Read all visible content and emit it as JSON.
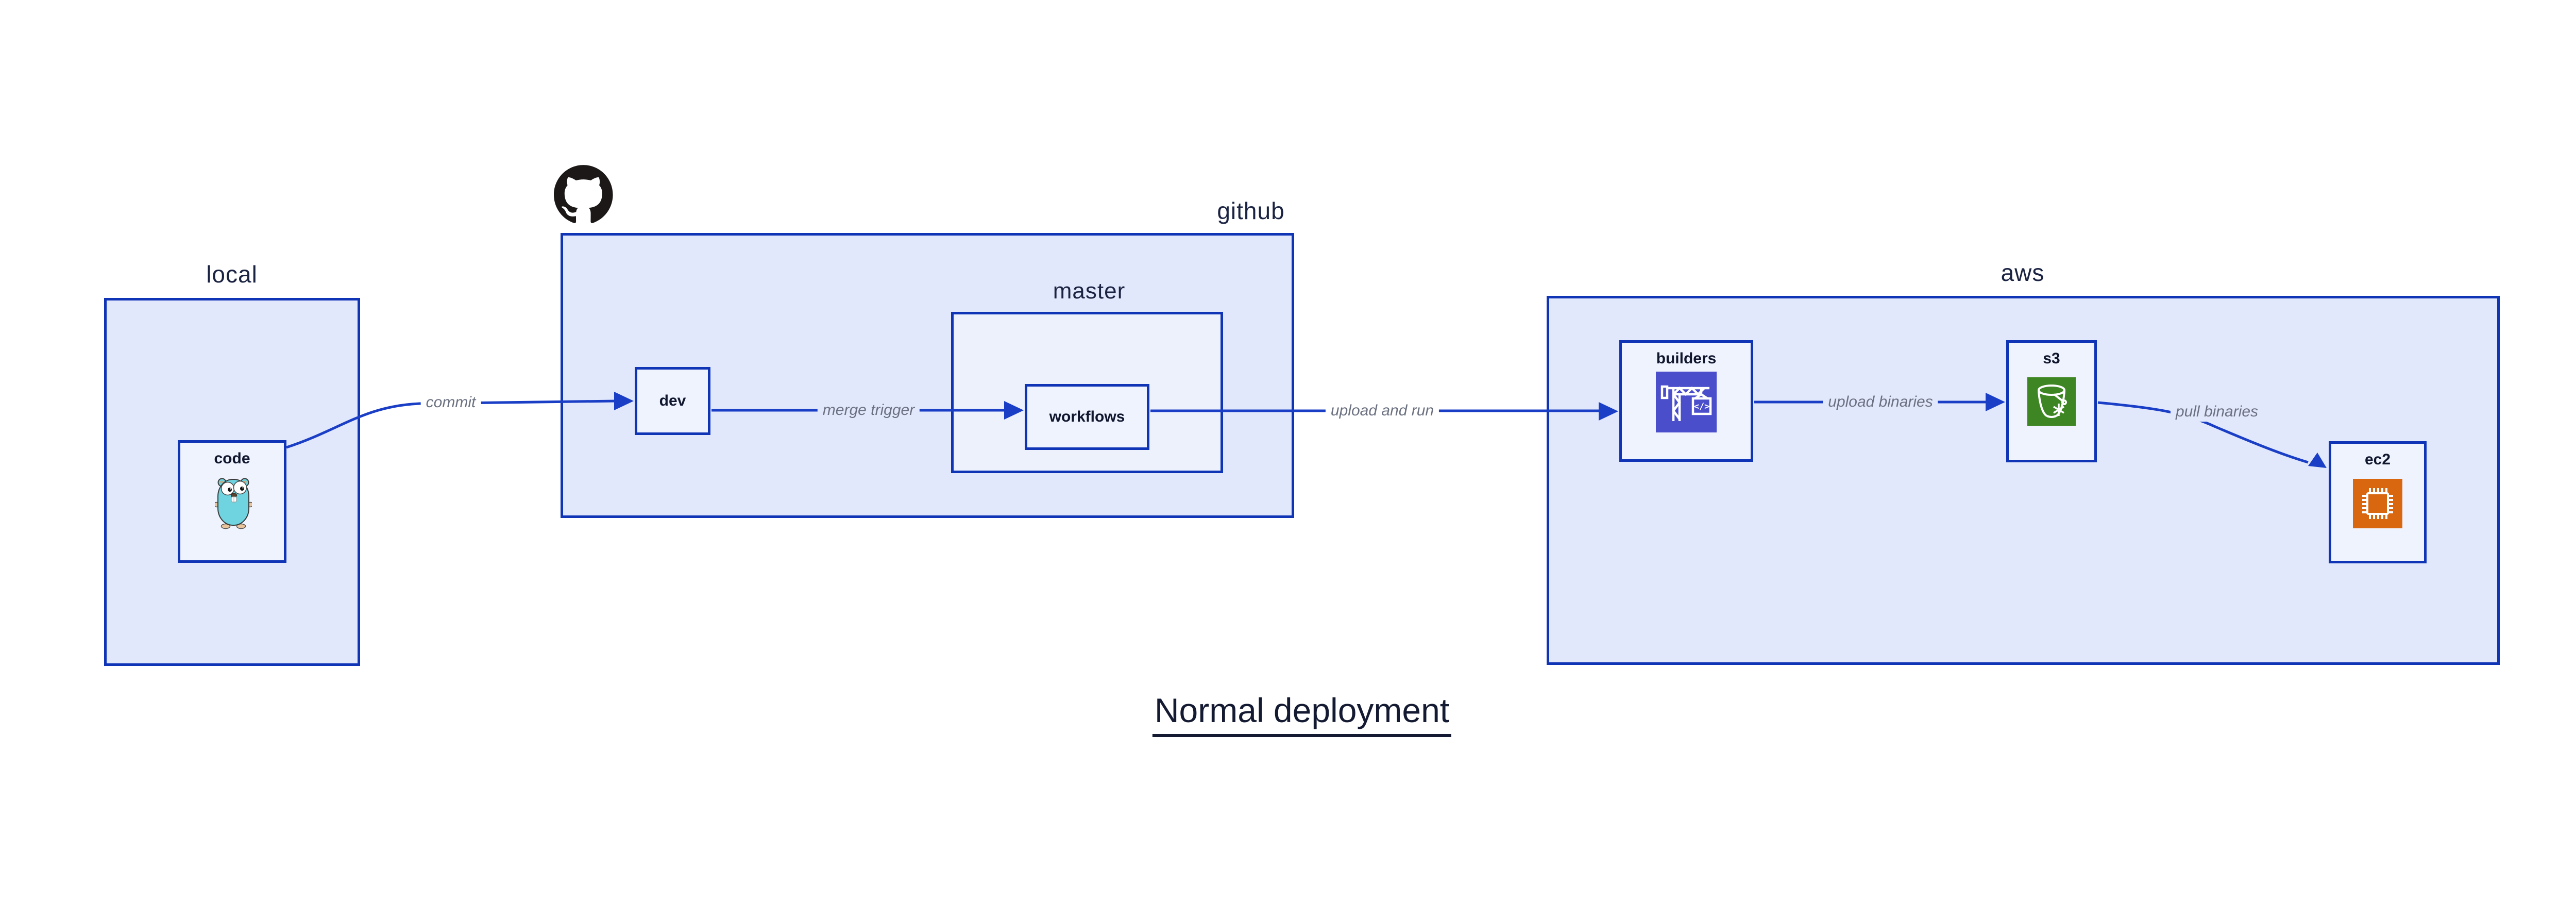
{
  "title": "Normal deployment",
  "containers": {
    "local": {
      "label": "local"
    },
    "github": {
      "label": "github",
      "logo_icon": "github-octocat-icon"
    },
    "master": {
      "label": "master"
    },
    "aws": {
      "label": "aws"
    }
  },
  "nodes": {
    "code": {
      "label": "code",
      "icon": "go-gopher-icon"
    },
    "dev": {
      "label": "dev"
    },
    "workflows": {
      "label": "workflows"
    },
    "builders": {
      "label": "builders",
      "icon": "aws-codebuild-crane-icon"
    },
    "s3": {
      "label": "s3",
      "icon": "aws-s3-glacier-bucket-icon"
    },
    "ec2": {
      "label": "ec2",
      "icon": "aws-ec2-chip-icon"
    }
  },
  "edges": [
    {
      "id": "commit",
      "label": "commit",
      "from": "code",
      "to": "dev"
    },
    {
      "id": "merge-trigger",
      "label": "merge trigger",
      "from": "dev",
      "to": "workflows"
    },
    {
      "id": "upload-and-run",
      "label": "upload and run",
      "from": "workflows",
      "to": "builders"
    },
    {
      "id": "upload-binaries",
      "label": "upload binaries",
      "from": "builders",
      "to": "s3"
    },
    {
      "id": "pull-binaries",
      "label": "pull binaries",
      "from": "s3",
      "to": "ec2"
    }
  ],
  "colors": {
    "canvas": "#ffffff",
    "cluster_fill": "#e2e8fb",
    "inner_cluster_fill": "#edf1fc",
    "node_fill": "#eff3fd",
    "border_blue": "#0f34b5",
    "edge_blue": "#1a3fc6",
    "edge_label_gray": "#6b7180",
    "dark_navy_text": "#10162e",
    "codebuild_indigo": "#4a4ecb",
    "s3_green": "#3e8624",
    "ec2_orange": "#d9670f",
    "gopher_teal": "#6fd4e0",
    "github_black": "#1b1817"
  }
}
